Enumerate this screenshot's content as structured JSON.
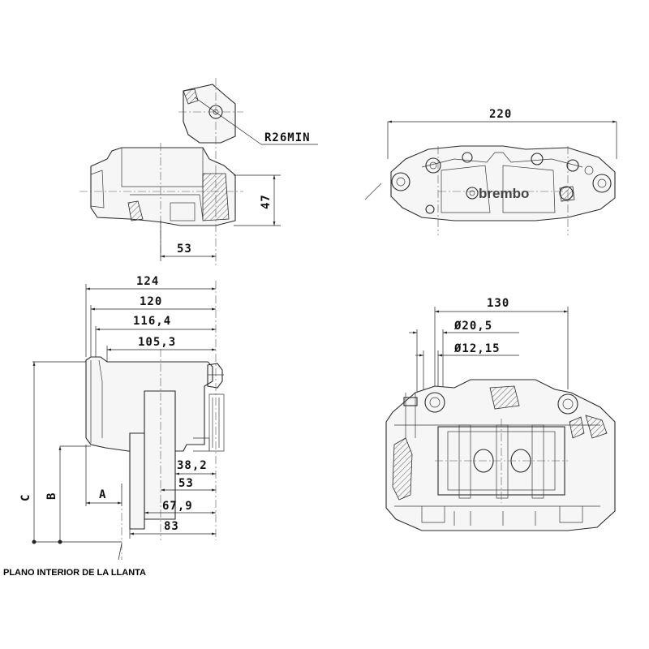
{
  "top_view": {
    "radius_label": "R26MIN",
    "height_dim": "47",
    "offset_dim": "53"
  },
  "front_view": {
    "width_dim": "220",
    "brand": "brembo"
  },
  "side_view": {
    "dim_124": "124",
    "dim_120": "120",
    "dim_116": "116,4",
    "dim_105": "105,3",
    "dim_38": "38,2",
    "dim_53": "53",
    "dim_67": "67,9",
    "dim_83": "83",
    "label_a": "A",
    "label_b": "B",
    "label_c": "C",
    "plane_label": "PLANO INTERIOR DE LA LLANTA"
  },
  "bottom_view": {
    "width_dim": "130",
    "dia_large": "Ø20,5",
    "dia_small": "Ø12,15"
  }
}
